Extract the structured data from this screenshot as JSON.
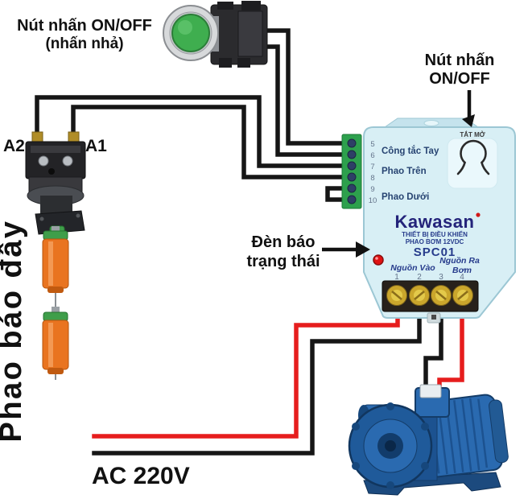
{
  "labels": {
    "manual_button_1": "Nút nhấn ON/OFF",
    "manual_button_2": "(nhấn nhả)",
    "relay_a2": "A2",
    "relay_a1": "A1",
    "float_vertical": "Phao báo đầy",
    "status_led_1": "Đèn báo",
    "status_led_2": "trạng thái",
    "touch_button_1": "Nút nhấn",
    "touch_button_2": "ON/OFF",
    "ac_source": "AC 220V"
  },
  "controller": {
    "brand": "Kawasan",
    "subtitle_1": "THIẾT BỊ ĐIỀU KHIỂN",
    "subtitle_2": "PHAO BƠM 12VDC",
    "model": "SPC01",
    "touch_label": "TẮT MỞ",
    "upper_terminals": [
      "5",
      "6",
      "7",
      "8",
      "9",
      "10"
    ],
    "upper_terminal_labels": [
      "Công tắc Tay",
      "Phao Trên",
      "Phao Dưới"
    ],
    "lower_terminals": [
      "1",
      "2",
      "3",
      "4"
    ],
    "power_in_label": "Nguồn Vào",
    "power_out_label_1": "Nguồn Ra",
    "power_out_label_2": "Bơm"
  },
  "colors": {
    "wire_black": "#161616",
    "wire_red": "#e61d1d",
    "controller_body": "#d8eff5",
    "terminal_green": "#2da04d",
    "led_red": "#e01212",
    "float_orange": "#e97420",
    "button_green": "#3fae4f",
    "pump_blue": "#2a6ab0",
    "brand_navy": "#23237a",
    "label_navy": "#274472"
  }
}
